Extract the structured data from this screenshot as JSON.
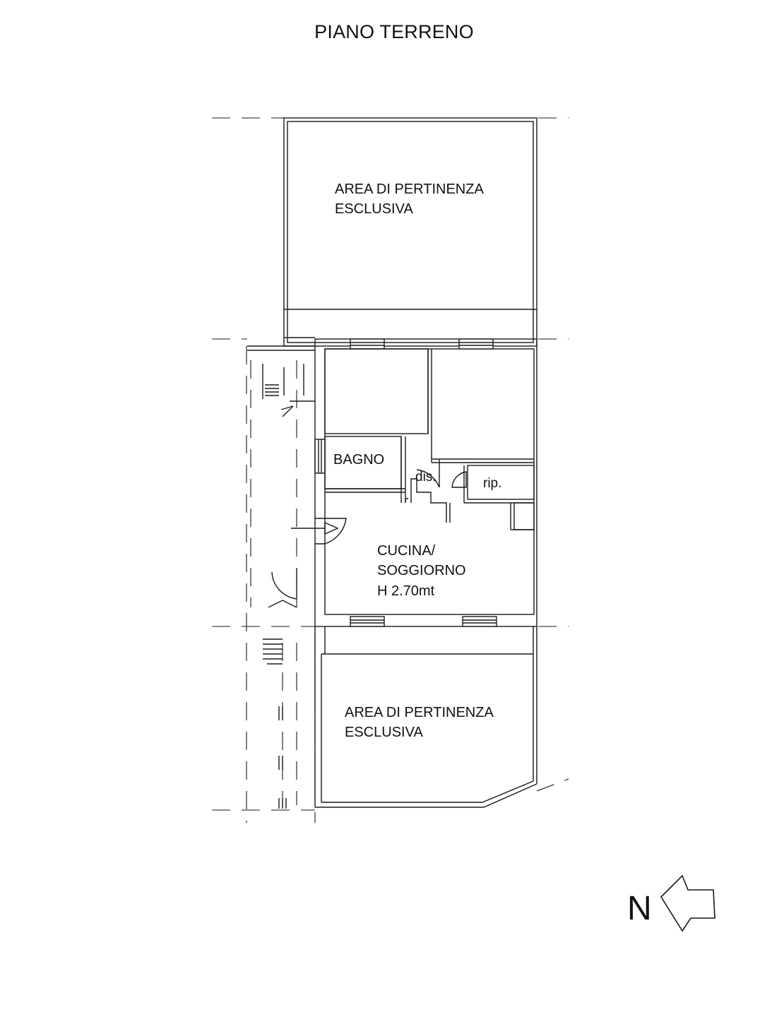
{
  "title": "PIANO TERRENO",
  "rooms": {
    "area_top_line1": "AREA DI PERTINENZA",
    "area_top_line2": "ESCLUSIVA",
    "bagno": "BAGNO",
    "dis": "dis.",
    "rip": "rip.",
    "cucina_line1": "CUCINA/",
    "cucina_line2": "SOGGIORNO",
    "cucina_line3": "H 2.70mt",
    "area_bottom_line1": "AREA DI PERTINENZA",
    "area_bottom_line2": "ESCLUSIVA"
  },
  "compass": {
    "label": "N"
  }
}
